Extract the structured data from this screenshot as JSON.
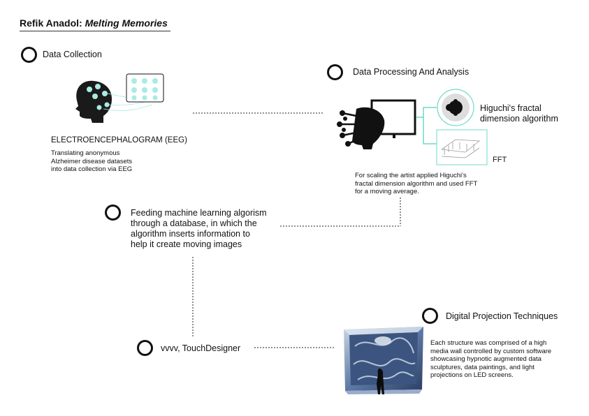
{
  "title": {
    "prefix": "Refik Anadol: ",
    "emphasis": "Melting Memories"
  },
  "steps": {
    "data_collection": {
      "title": "Data Collection",
      "device": "ELECTROENCEPHALOGRAM (EEG)",
      "desc_lines": [
        "Translating anonymous",
        "Alzheimer disease datasets",
        "into data collection via EEG"
      ]
    },
    "processing": {
      "title": "Data Processing And Analysis",
      "algo_lines": [
        "Higuchi's fractal",
        "dimension algorithm"
      ],
      "fft": "FFT",
      "desc_lines": [
        "For scaling the artist applied Higuchi's",
        "fractal dimension algorithm and used FFT",
        "for a moving average."
      ]
    },
    "ml": {
      "desc_lines": [
        "Feeding machine learning algorism",
        "through a database, in which the",
        "algorithm inserts information to",
        "help it create moving images"
      ]
    },
    "software": {
      "title": "vvvv, TouchDesigner"
    },
    "projection": {
      "title": "Digital Projection Techniques",
      "desc_lines": [
        "Each structure was comprised of a high",
        "media wall controlled by custom software",
        "showcasing hypnotic augmented data",
        "sculptures, data paintings, and light",
        "projections on LED screens."
      ]
    }
  }
}
